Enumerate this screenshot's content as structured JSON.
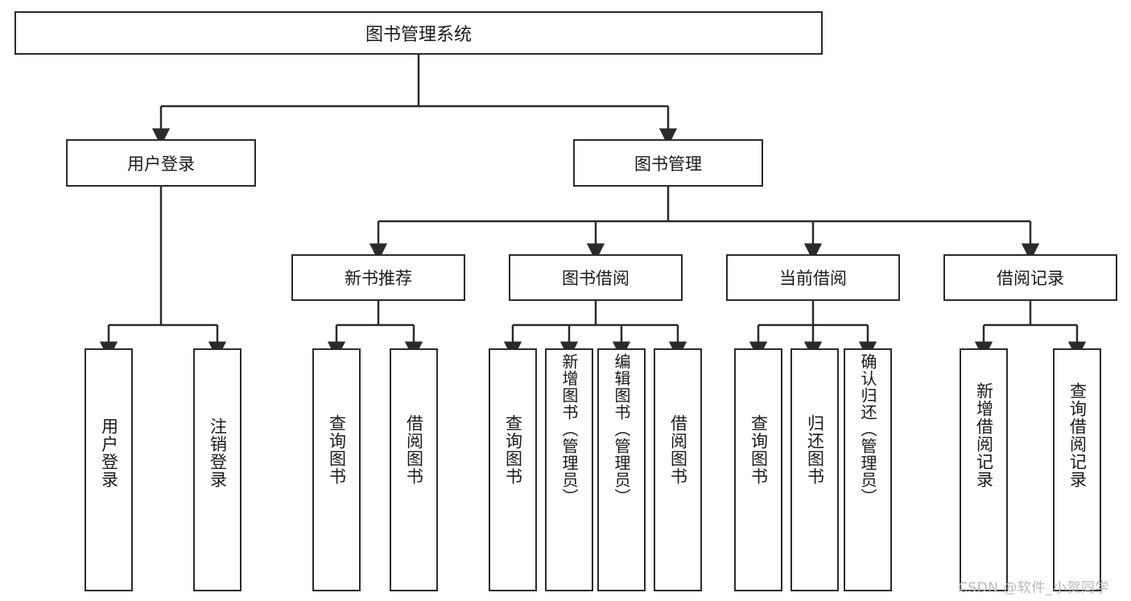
{
  "diagram": {
    "type": "tree-hierarchy",
    "title": "图书管理系统",
    "root": {
      "label": "图书管理系统"
    },
    "level2": [
      {
        "label": "用户登录"
      },
      {
        "label": "图书管理"
      }
    ],
    "level3": [
      {
        "label": "新书推荐"
      },
      {
        "label": "图书借阅"
      },
      {
        "label": "当前借阅"
      },
      {
        "label": "借阅记录"
      }
    ],
    "leaves": {
      "user_login": [
        {
          "label": "用户登录"
        },
        {
          "label": "注销登录"
        }
      ],
      "new_book_recommend": [
        {
          "label": "查询图书"
        },
        {
          "label": "借阅图书"
        }
      ],
      "book_borrow": [
        {
          "label": "查询图书"
        },
        {
          "label": "新增图书（管理员）"
        },
        {
          "label": "编辑图书（管理员）"
        },
        {
          "label": "借阅图书"
        }
      ],
      "current_borrow": [
        {
          "label": "查询图书"
        },
        {
          "label": "归还图书"
        },
        {
          "label": "确认归还（管理员）"
        }
      ],
      "borrow_records": [
        {
          "label": "新增借阅记录"
        },
        {
          "label": "查询借阅记录"
        }
      ]
    }
  },
  "watermark": {
    "text": "CSDN @软件_小贺同学"
  },
  "colors": {
    "stroke": "#2b2b2b",
    "background": "#ffffff",
    "text": "#1a1a1a",
    "watermark": "#b9b9b9"
  }
}
